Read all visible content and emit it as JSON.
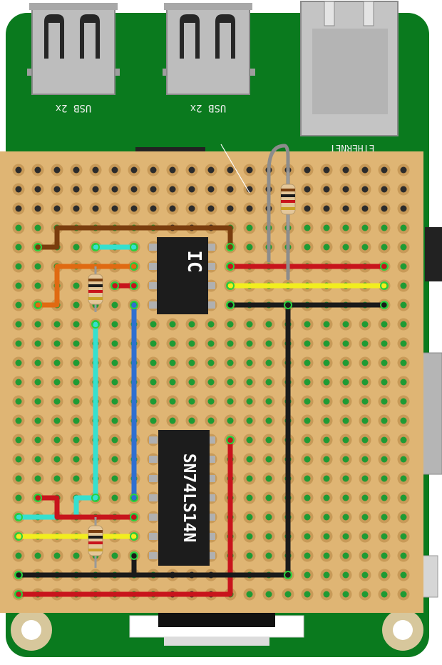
{
  "board": {
    "usb_label_1": "USB 2x",
    "usb_label_2": "USB 2x",
    "ethernet_label": "ETHERNET"
  },
  "chips": {
    "ic1_label": "IC",
    "ic2_label": "SN74LS14N"
  },
  "colors": {
    "pcb_green": "#0a7a1e",
    "stripboard": "#dfb574",
    "pad_green": "#1e9b34",
    "wire_brown": "#7a3d0e",
    "wire_orange": "#e06a12",
    "wire_cyan": "#36e0cf",
    "wire_red": "#c8141c",
    "wire_blue": "#2f6fd1",
    "wire_yellow": "#f2ee1e",
    "wire_black": "#1a1a1a",
    "wire_grey": "#8c8c8c"
  }
}
